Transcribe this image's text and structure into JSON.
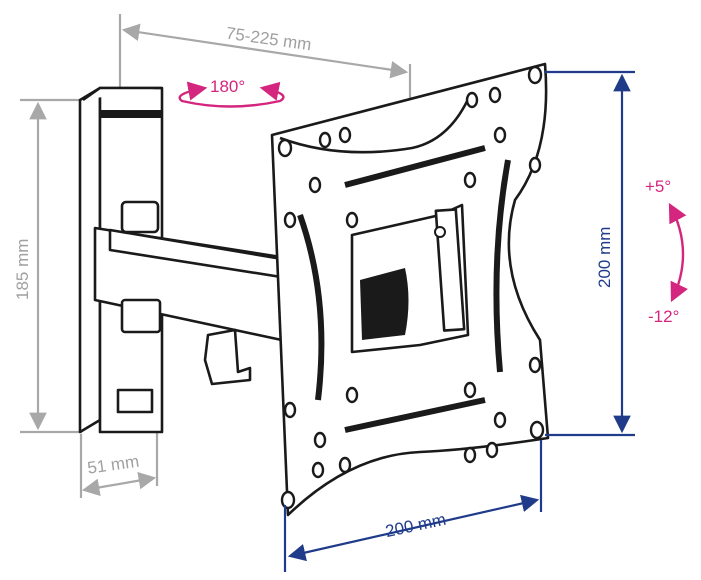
{
  "title": "TV wall mount dimensions",
  "dimensions": {
    "arm_extension": "75-225 mm",
    "swivel": "180°",
    "wall_plate_height": "185 mm",
    "wall_plate_width": "51 mm",
    "vesa_vertical": "200 mm",
    "vesa_horizontal": "200 mm",
    "tilt_up": "+5°",
    "tilt_down": "-12°"
  },
  "colors": {
    "dimension_gray": "#a8a8a8",
    "vesa_navy": "#1f3b8a",
    "angle_magenta": "#d4267e"
  }
}
